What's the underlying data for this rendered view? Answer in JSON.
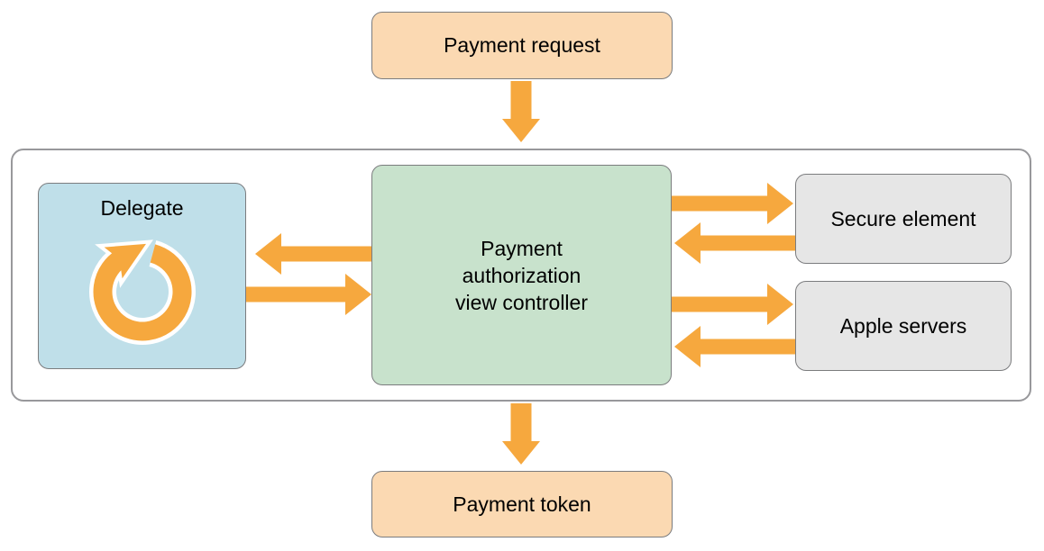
{
  "diagram": {
    "nodes": {
      "payment_request": {
        "label": "Payment request",
        "fill": "#FBD9B2"
      },
      "delegate": {
        "label": "Delegate",
        "fill": "#BFDFE9",
        "icon": "loop-arrow-icon"
      },
      "payment_authorization_view_controller": {
        "label": "Payment authorization view controller",
        "lines": [
          "Payment",
          "authorization",
          "view controller"
        ],
        "fill": "#C8E2CC"
      },
      "secure_element": {
        "label": "Secure element",
        "fill": "#E6E6E6"
      },
      "apple_servers": {
        "label": "Apple servers",
        "fill": "#E6E6E6"
      },
      "payment_token": {
        "label": "Payment token",
        "fill": "#FBD9B2"
      }
    },
    "edges": [
      {
        "from": "payment_request",
        "to": "payment_authorization_view_controller",
        "direction": "down"
      },
      {
        "from": "payment_authorization_view_controller",
        "to": "delegate",
        "direction": "left"
      },
      {
        "from": "delegate",
        "to": "payment_authorization_view_controller",
        "direction": "right"
      },
      {
        "from": "payment_authorization_view_controller",
        "to": "secure_element",
        "direction": "right"
      },
      {
        "from": "secure_element",
        "to": "payment_authorization_view_controller",
        "direction": "left"
      },
      {
        "from": "payment_authorization_view_controller",
        "to": "apple_servers",
        "direction": "right"
      },
      {
        "from": "apple_servers",
        "to": "payment_authorization_view_controller",
        "direction": "left"
      },
      {
        "from": "payment_authorization_view_controller",
        "to": "payment_token",
        "direction": "down"
      }
    ],
    "colors": {
      "arrow": "#F6A83E",
      "node_border": "#7B7C7E",
      "container_border": "#98989B",
      "peach_fill": "#FBD9B2",
      "blue_fill": "#BFDFE9",
      "green_fill": "#C8E2CC",
      "gray_fill": "#E6E6E6",
      "container_fill": "#FFFFFF",
      "text": "#000000"
    }
  }
}
